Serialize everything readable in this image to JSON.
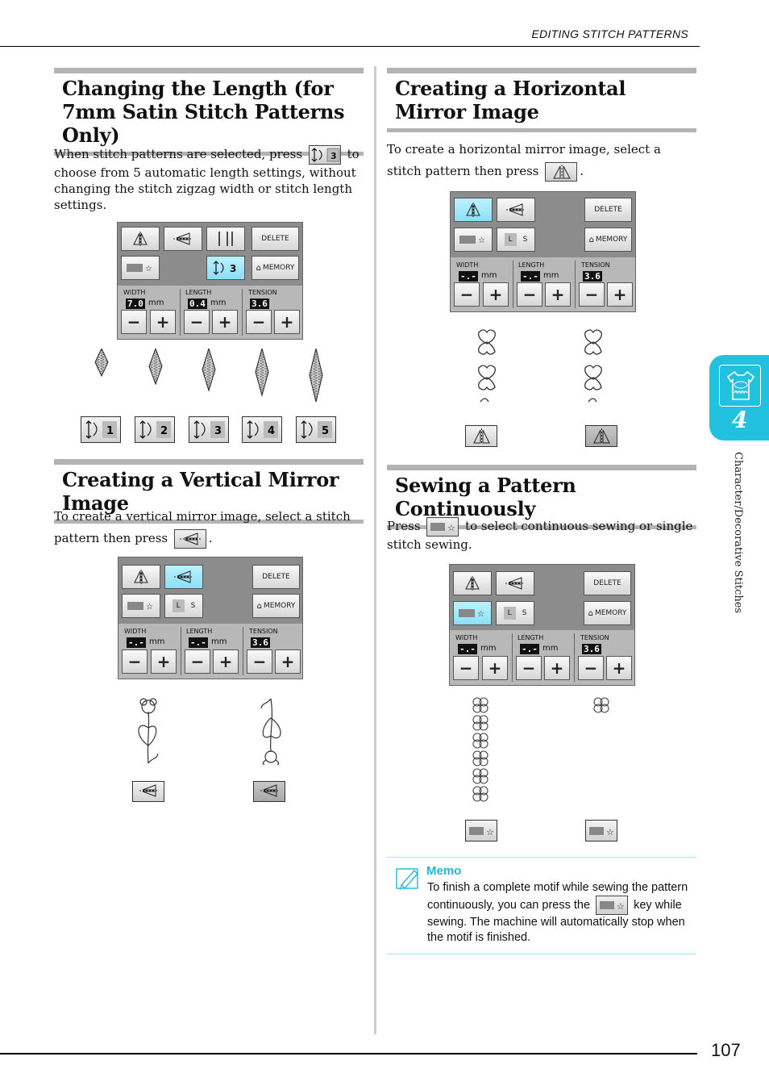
{
  "header": {
    "running_title": "EDITING STITCH PATTERNS"
  },
  "page_number": "107",
  "side_tab": {
    "chapter": "4",
    "label": "Character/Decorative Stitches",
    "icon": "abc-shirt-icon",
    "color": "#22c1e0"
  },
  "sections": {
    "length": {
      "title": "Changing the Length (for 7mm Satin Stitch Patterns Only)",
      "text_before": "When stitch patterns are selected, press",
      "text_after": "to choose from 5 automatic length settings, without changing the stitch zigzag width or stitch length settings.",
      "inline_key": "3",
      "length_keys": [
        "1",
        "2",
        "3",
        "4",
        "5"
      ]
    },
    "vertical": {
      "title": "Creating a Vertical Mirror Image",
      "text_before": "To create a vertical mirror image, select a stitch pattern then press",
      "text_after": "."
    },
    "horizontal": {
      "title": "Creating a Horizontal Mirror Image",
      "text_before": "To create a horizontal mirror image, select a stitch pattern then press",
      "text_after": "."
    },
    "continuous": {
      "title": "Sewing a Pattern Continuously",
      "text_before": "Press",
      "text_after": "to select continuous sewing or single stitch sewing."
    }
  },
  "panel": {
    "delete": "DELETE",
    "memory": "MEMORY",
    "width_label": "WIDTH",
    "length_label": "LENGTH",
    "tension_label": "TENSION",
    "unit": "mm",
    "minus": "−",
    "plus": "+",
    "l_key": "L",
    "s_key": "S",
    "length_mode_value": "3"
  },
  "panels_values": {
    "p1": {
      "width": "7.0",
      "length": "0.4",
      "tension": "3.6"
    },
    "p2": {
      "width": "-.-",
      "length": "-.-",
      "tension": "3.6"
    },
    "p3": {
      "width": "-.-",
      "length": "-.-",
      "tension": "3.6"
    },
    "p4": {
      "width": "-.-",
      "length": "-.-",
      "tension": "3.6"
    }
  },
  "memo": {
    "title": "Memo",
    "text_before": "To finish a complete motif while sewing the pattern continuously, you can press the",
    "text_after": "key while sewing. The machine will automatically stop when the motif is finished."
  }
}
